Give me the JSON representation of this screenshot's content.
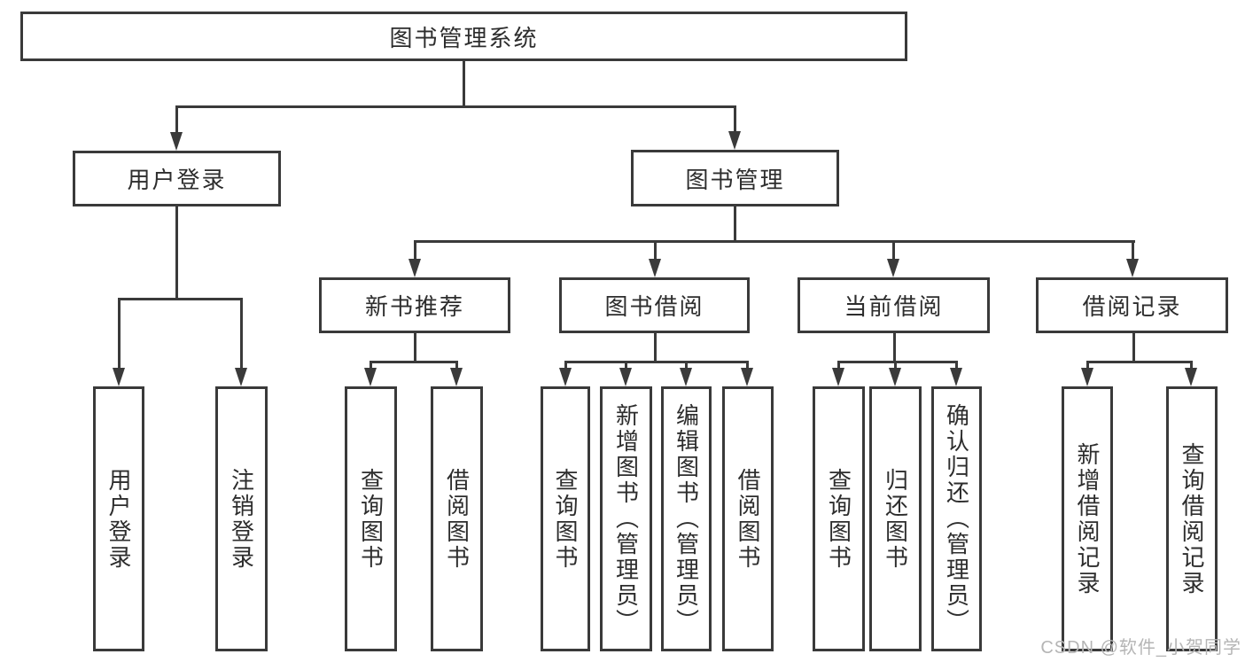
{
  "colors": {
    "line": "#3a3a3a",
    "text": "#2d2d2d",
    "watermark_gray": "#b5b5b5",
    "background": "#ffffff"
  },
  "tree": {
    "root": "图书管理系统",
    "branches": [
      {
        "label": "用户登录",
        "leaves": [
          "用户登录",
          "注销登录"
        ]
      },
      {
        "label": "图书管理",
        "groups": [
          {
            "label": "新书推荐",
            "leaves": [
              "查询图书",
              "借阅图书"
            ]
          },
          {
            "label": "图书借阅",
            "leaves": [
              "查询图书",
              "新增图书（管理员）",
              "编辑图书（管理员）",
              "借阅图书"
            ]
          },
          {
            "label": "当前借阅",
            "leaves": [
              "查询图书",
              "归还图书",
              "确认归还（管理员）"
            ]
          },
          {
            "label": "借阅记录",
            "leaves": [
              "新增借阅记录",
              "查询借阅记录"
            ]
          }
        ]
      }
    ]
  },
  "watermark": "CSDN @软件_小贺同学"
}
